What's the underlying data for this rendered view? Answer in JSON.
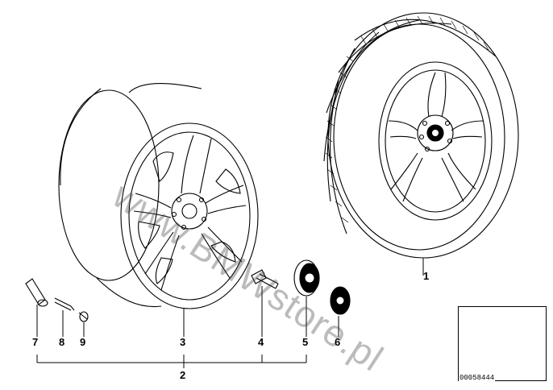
{
  "watermark": "www.BMWstore.pl",
  "callouts": [
    {
      "id": "label-7",
      "text": "7"
    },
    {
      "id": "label-8",
      "text": "8"
    },
    {
      "id": "label-9",
      "text": "9"
    },
    {
      "id": "label-3",
      "text": "3"
    },
    {
      "id": "label-4",
      "text": "4"
    },
    {
      "id": "label-5",
      "text": "5"
    },
    {
      "id": "label-6",
      "text": "6"
    },
    {
      "id": "label-1",
      "text": "1"
    },
    {
      "id": "label-2",
      "text": "2"
    }
  ],
  "thumbnail": {
    "id_text": "00058444",
    "marker_color": "#000000"
  },
  "line_color": "#000000"
}
